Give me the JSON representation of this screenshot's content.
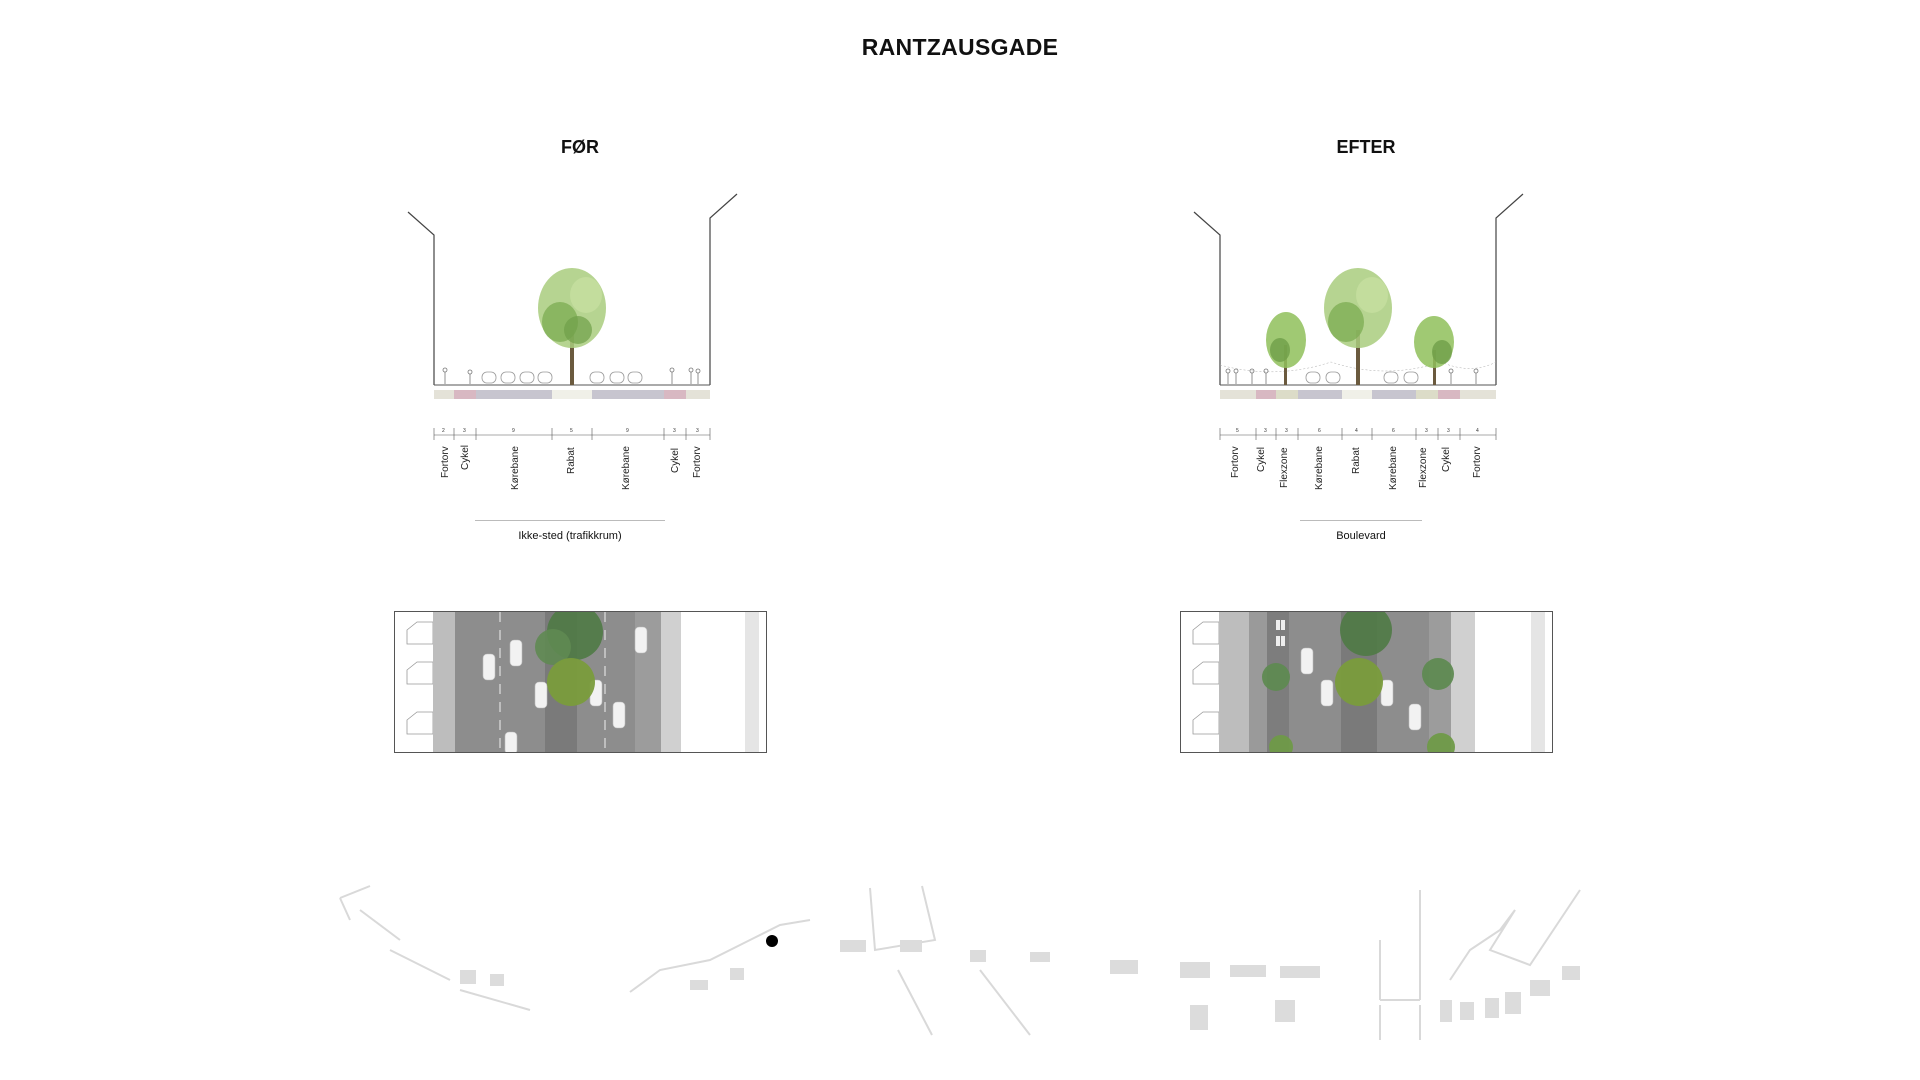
{
  "title": "RANTZAUSGADE",
  "before": {
    "heading": "FØR",
    "caption": "Ikke-sted (trafikkrum)",
    "lanes": [
      "Fortorv",
      "Cykel",
      "Kørebane",
      "Rabat",
      "Kørebane",
      "Cykel",
      "Fortorv"
    ],
    "dims": [
      "2",
      "3",
      "9",
      "5",
      "9",
      "3",
      "3"
    ]
  },
  "after": {
    "heading": "EFTER",
    "caption": "Boulevard",
    "lanes": [
      "Fortorv",
      "Cykel",
      "Flexzone",
      "Kørebane",
      "Rabat",
      "Kørebane",
      "Flexzone",
      "Cykel",
      "Fortorv"
    ],
    "dims": [
      "5",
      "3",
      "3",
      "6",
      "4",
      "6",
      "3",
      "3",
      "4"
    ]
  },
  "colors": {
    "sidewalk": "#e4e2d8",
    "bike": "#d8b8c2",
    "road": "#c7c5cf",
    "verge": "#f0f0e8",
    "flex": "#dcdcc8",
    "tree": "#8fbf5a",
    "asphalt": "#8b8b8b",
    "map_building": "#d9d9d9"
  }
}
